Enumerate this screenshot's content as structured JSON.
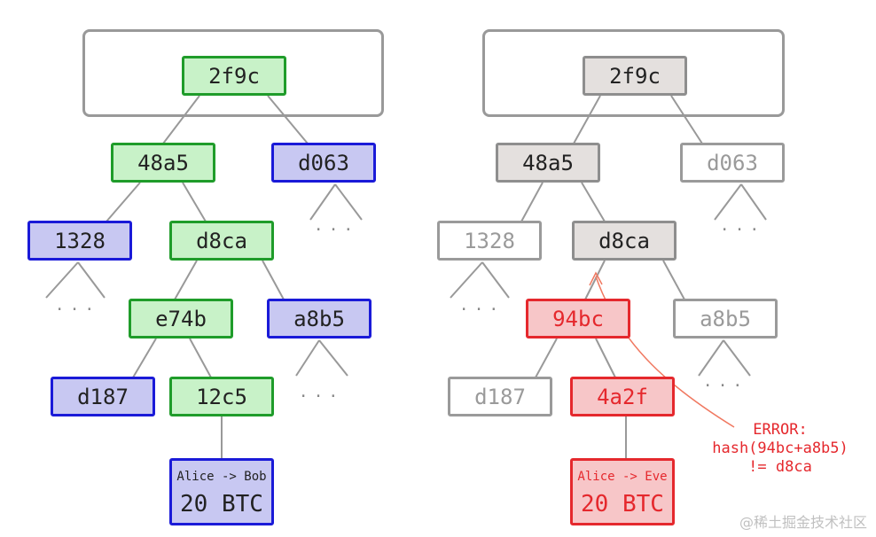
{
  "left_tree": {
    "root": "2f9c",
    "l1": [
      "48a5",
      "d063"
    ],
    "l2": [
      "1328",
      "d8ca"
    ],
    "l3": [
      "e74b",
      "a8b5"
    ],
    "l4": [
      "d187",
      "12c5"
    ],
    "leaf": {
      "line1": "Alice -> Bob",
      "line2": "20 BTC"
    }
  },
  "right_tree": {
    "root": "2f9c",
    "l1": [
      "48a5",
      "d063"
    ],
    "l2": [
      "1328",
      "d8ca"
    ],
    "l3": [
      "94bc",
      "a8b5"
    ],
    "l4": [
      "d187",
      "4a2f"
    ],
    "leaf": {
      "line1": "Alice -> Eve",
      "line2": "20 BTC"
    }
  },
  "ellipsis": "...",
  "error_note": [
    "ERROR:",
    "hash(94bc+a8b5)",
    "!= d8ca"
  ],
  "watermark": "@稀土掘金技术社区",
  "colors": {
    "valid_fill": "#c8f2c8",
    "valid_border": "#1f9c2a",
    "sibling_fill": "#c8c8f2",
    "sibling_border": "#1a1ad8",
    "tampered_fill": "#f7c6c8",
    "tampered_border": "#e5282d",
    "recomputed_fill": "#e4e0de",
    "untouched_border": "#9a9a9a"
  }
}
